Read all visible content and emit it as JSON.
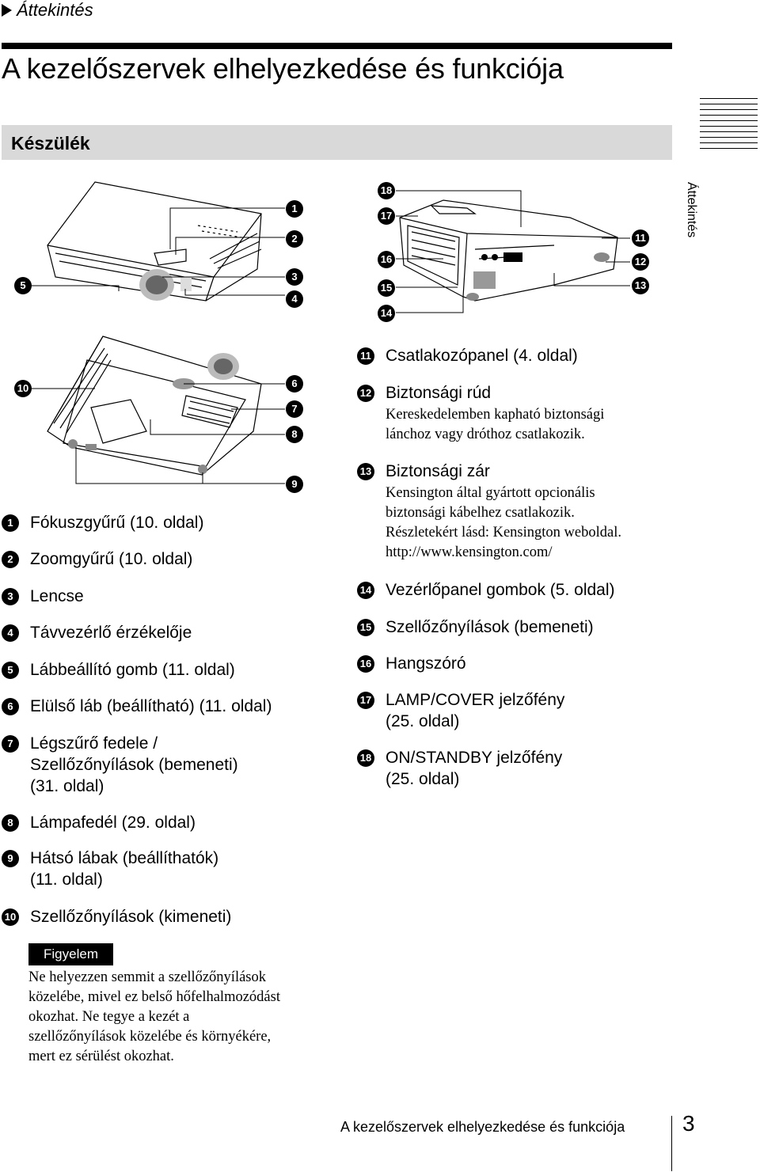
{
  "header": {
    "section": "Áttekintés",
    "title": "A kezelőszervek elhelyezkedése és funkciója",
    "subheading": "Készülék"
  },
  "sidebar_tab": "Áttekintés",
  "callouts_top_left": [
    "1",
    "2",
    "3",
    "4",
    "5"
  ],
  "callouts_top_right": [
    "18",
    "17",
    "16",
    "15",
    "14",
    "11",
    "12",
    "13"
  ],
  "callouts_bottom_left": [
    "10",
    "6",
    "7",
    "8",
    "9"
  ],
  "left_items": [
    {
      "num": "1",
      "text": "Fókuszgyűrű (10. oldal)"
    },
    {
      "num": "2",
      "text": "Zoomgyűrű (10. oldal)"
    },
    {
      "num": "3",
      "text": "Lencse"
    },
    {
      "num": "4",
      "text": "Távvezérlő érzékelője"
    },
    {
      "num": "5",
      "text": "Lábbeállító gomb (11. oldal)"
    },
    {
      "num": "6",
      "text": "Elülső láb (beállítható) (11. oldal)"
    },
    {
      "num": "7",
      "lines": [
        "Légszűrő fedele /",
        "Szellőzőnyílások (bemeneti)",
        "(31. oldal)"
      ]
    },
    {
      "num": "8",
      "text": "Lámpafedél (29. oldal)"
    },
    {
      "num": "9",
      "lines": [
        "Hátsó lábak (beállíthatók)",
        "(11. oldal)"
      ]
    },
    {
      "num": "10",
      "text": "Szellőzőnyílások (kimeneti)"
    }
  ],
  "right_items": [
    {
      "num": "11",
      "text": "Csatlakozópanel (4. oldal)"
    },
    {
      "num": "12",
      "text": "Biztonsági rúd",
      "desc": [
        "Kereskedelemben kapható biztonsági",
        "lánchoz vagy dróthoz csatlakozik."
      ]
    },
    {
      "num": "13",
      "text": "Biztonsági zár",
      "desc": [
        "Kensington által gyártott opcionális",
        "biztonsági kábelhez csatlakozik.",
        "Részletekért lásd: Kensington weboldal.",
        "http://www.kensington.com/"
      ]
    },
    {
      "num": "14",
      "text": "Vezérlőpanel gombok (5. oldal)"
    },
    {
      "num": "15",
      "text": "Szellőzőnyílások (bemeneti)"
    },
    {
      "num": "16",
      "text": "Hangszóró"
    },
    {
      "num": "17",
      "lines": [
        "LAMP/COVER jelzőfény",
        "(25. oldal)"
      ]
    },
    {
      "num": "18",
      "lines": [
        "ON/STANDBY jelzőfény",
        "(25. oldal)"
      ]
    }
  ],
  "caution": {
    "label": "Figyelem",
    "lines": [
      "Ne helyezzen semmit a szellőzőnyílások",
      "közelébe, mivel ez belső hőfelhalmozódást",
      "okozhat. Ne tegye a kezét a",
      "szellőzőnyílások közelébe és környékére,",
      "mert ez sérülést okozhat."
    ]
  },
  "footer": {
    "text": "A kezelőszervek elhelyezkedése és funkciója",
    "page": "3"
  }
}
